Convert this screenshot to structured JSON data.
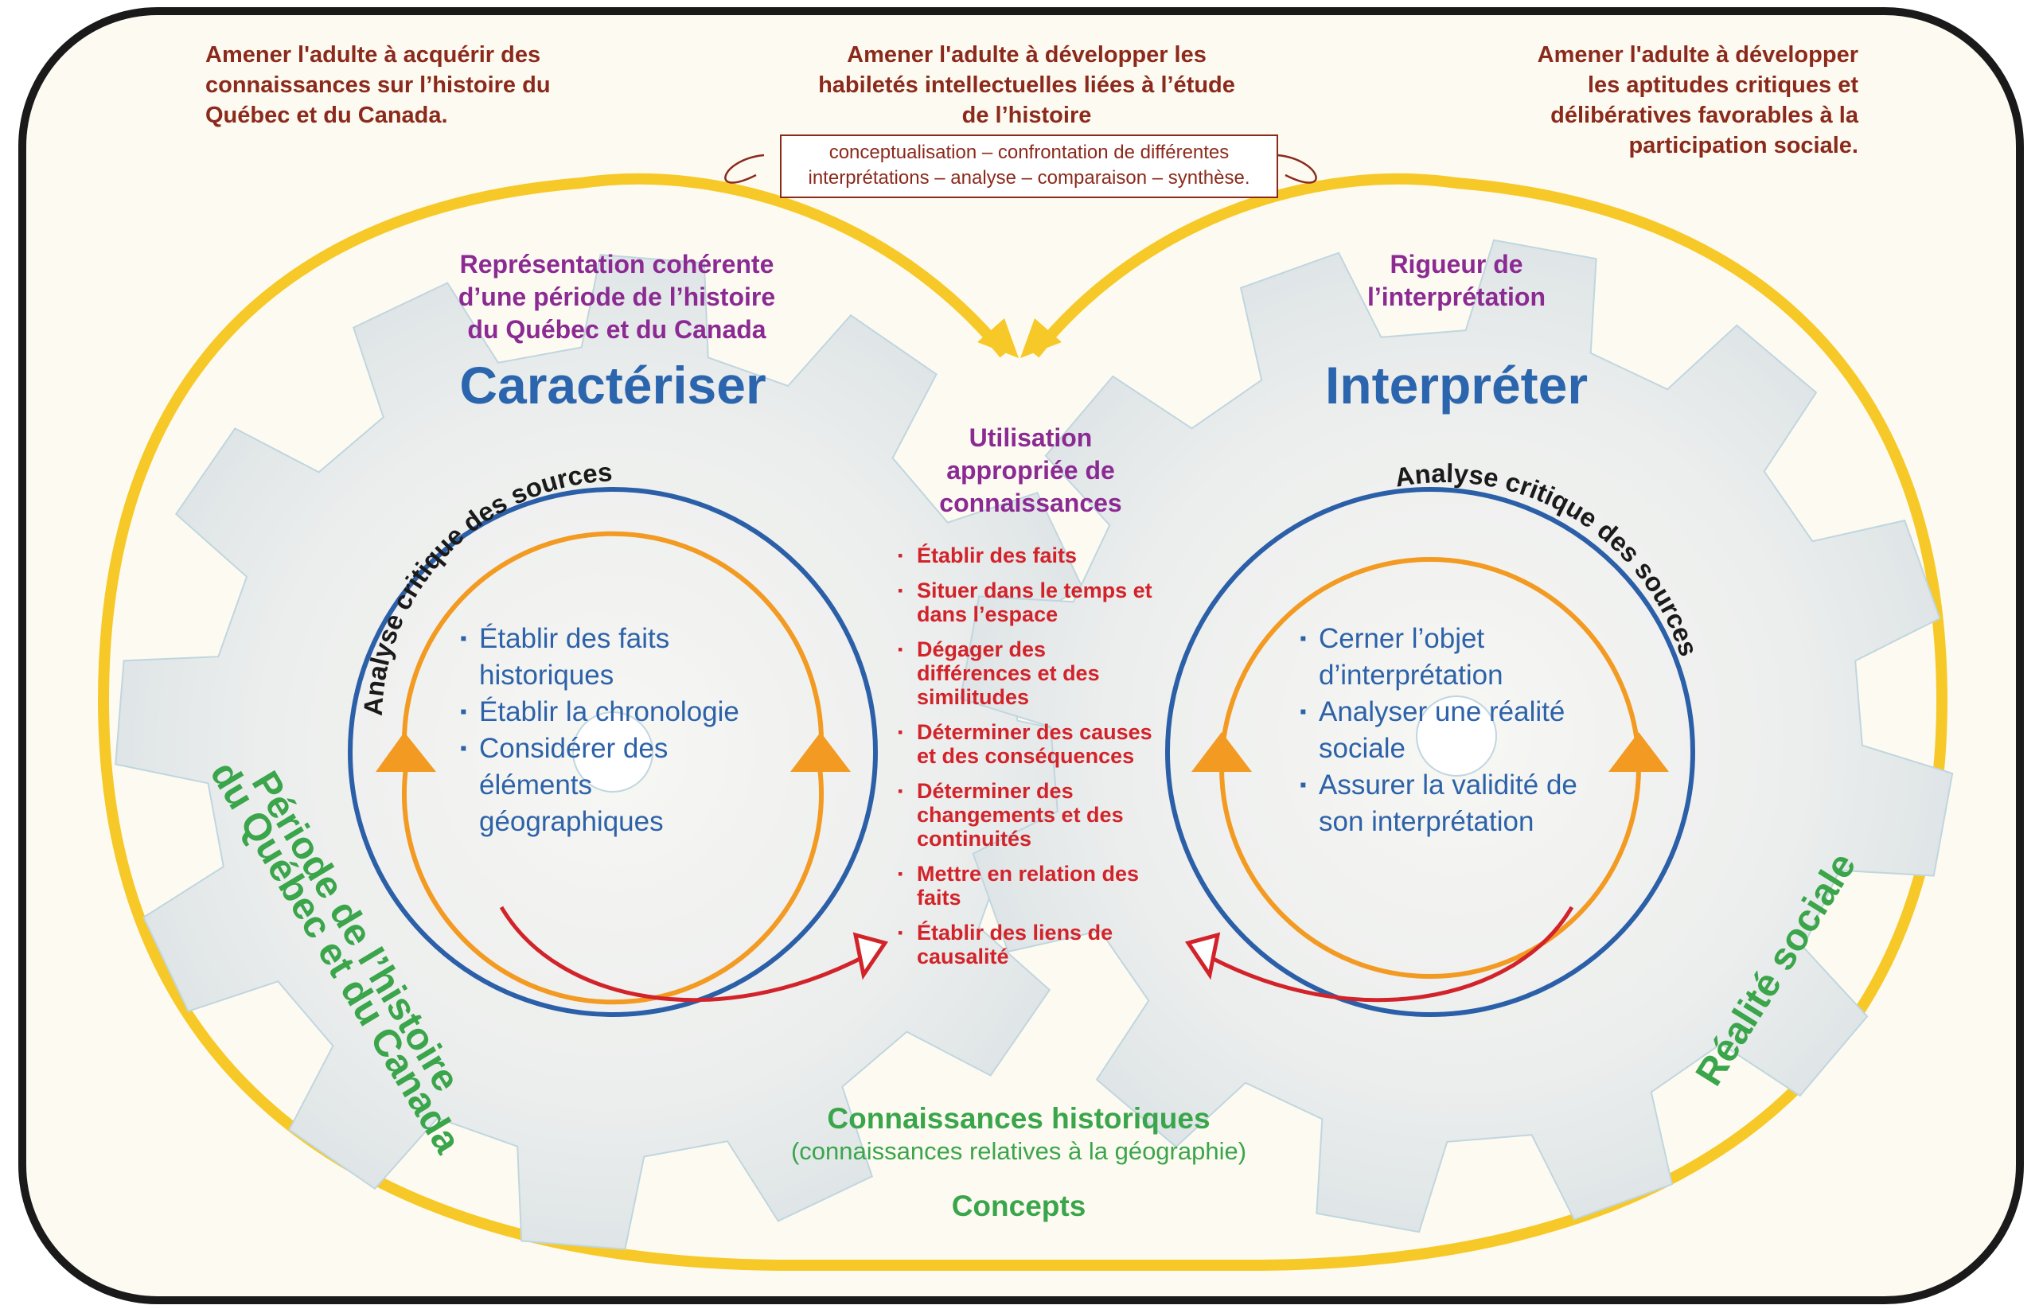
{
  "colors": {
    "background": "#fdfbf1",
    "frame": "#1a1a1a",
    "loop": "#f6c928",
    "gear": "#e7ebec",
    "gear_edge": "#c0d6df",
    "blue_circle": "#2b5fa8",
    "orange_circle": "#f39a22",
    "red_arrow": "#d2232a",
    "objective_text": "#8b2a1c",
    "purple_text": "#8b2a92",
    "green_text": "#3aa54a"
  },
  "objectives": {
    "left": [
      "Amener l'adulte à acquérir des",
      "connaissances sur l’histoire du",
      "Québec et du Canada."
    ],
    "center": [
      "Amener l'adulte à développer les",
      "habiletés intellectuelles liées à l’étude",
      "de l’histoire"
    ],
    "right": [
      "Amener l'adulte à développer",
      "les aptitudes critiques et",
      "délibératives favorables à la",
      "participation sociale."
    ]
  },
  "skills_box": [
    "conceptualisation – confrontation de différentes",
    "interprétations – analyse – comparaison – synthèse."
  ],
  "criteria": {
    "left": [
      "Représentation cohérente",
      "d’une période de l’histoire",
      "du Québec et du Canada"
    ],
    "right": [
      "Rigueur de",
      "l’interprétation"
    ],
    "center": [
      "Utilisation",
      "appropriée de",
      "connaissances"
    ]
  },
  "left_gear": {
    "title": "Caractériser",
    "ring_label": "Analyse critique des sources",
    "items": [
      "Établir des faits historiques",
      "Établir la chronologie",
      "Considérer des éléments géographiques"
    ],
    "item_lines": [
      [
        "Établir des faits",
        "historiques"
      ],
      [
        "Établir la chronologie"
      ],
      [
        "Considérer des",
        "éléments",
        "géographiques"
      ]
    ],
    "side_label": [
      "Période de l’histoire",
      "du Québec et du Canada"
    ]
  },
  "right_gear": {
    "title": "Interpréter",
    "ring_label": "Analyse critique des sources",
    "items": [
      "Cerner l’objet d’interprétation",
      "Analyser une réalité sociale",
      "Assurer la validité de son interprétation"
    ],
    "item_lines": [
      [
        "Cerner l’objet",
        "d’interprétation"
      ],
      [
        "Analyser une réalité",
        "sociale"
      ],
      [
        "Assurer la validité de",
        "son interprétation"
      ]
    ],
    "side_label": "Réalité sociale"
  },
  "operations": [
    [
      "Établir des faits"
    ],
    [
      "Situer dans le temps et",
      "dans l’espace"
    ],
    [
      "Dégager des",
      "différences et des",
      "similitudes"
    ],
    [
      "Déterminer des causes",
      "et des conséquences"
    ],
    [
      "Déterminer des",
      "changements et des",
      "continuités"
    ],
    [
      "Mettre en relation des",
      "faits"
    ],
    [
      "Établir des liens de",
      "causalité"
    ]
  ],
  "bottom": {
    "knowledge": "Connaissances historiques",
    "knowledge_sub": "(connaissances relatives à la géographie)",
    "concepts": "Concepts"
  }
}
